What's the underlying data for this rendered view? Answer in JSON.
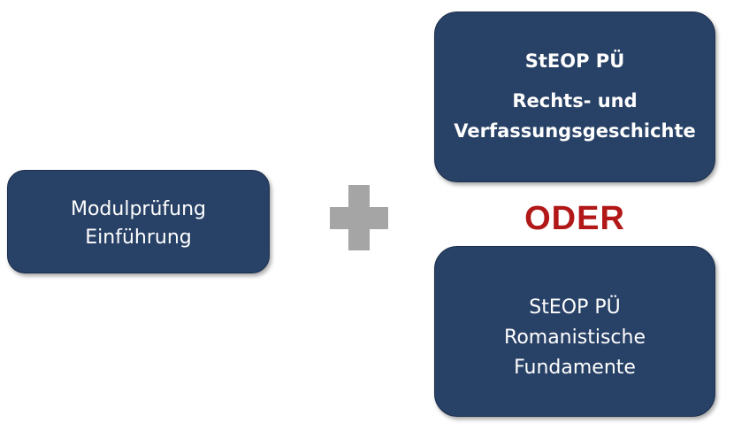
{
  "left_box": {
    "line1": "Modulprüfung",
    "line2": "Einführung"
  },
  "plus_icon": "plus-icon",
  "top_box": {
    "line1": "StEOP PÜ",
    "line2": "Rechts- und",
    "line3": "Verfassungsgeschichte"
  },
  "connector": {
    "label": "ODER"
  },
  "bottom_box": {
    "line1": "StEOP PÜ",
    "line2": "Romanistische",
    "line3": "Fundamente"
  },
  "colors": {
    "box_fill": "#284166",
    "plus": "#a5a5a5",
    "oder": "#b21818"
  }
}
